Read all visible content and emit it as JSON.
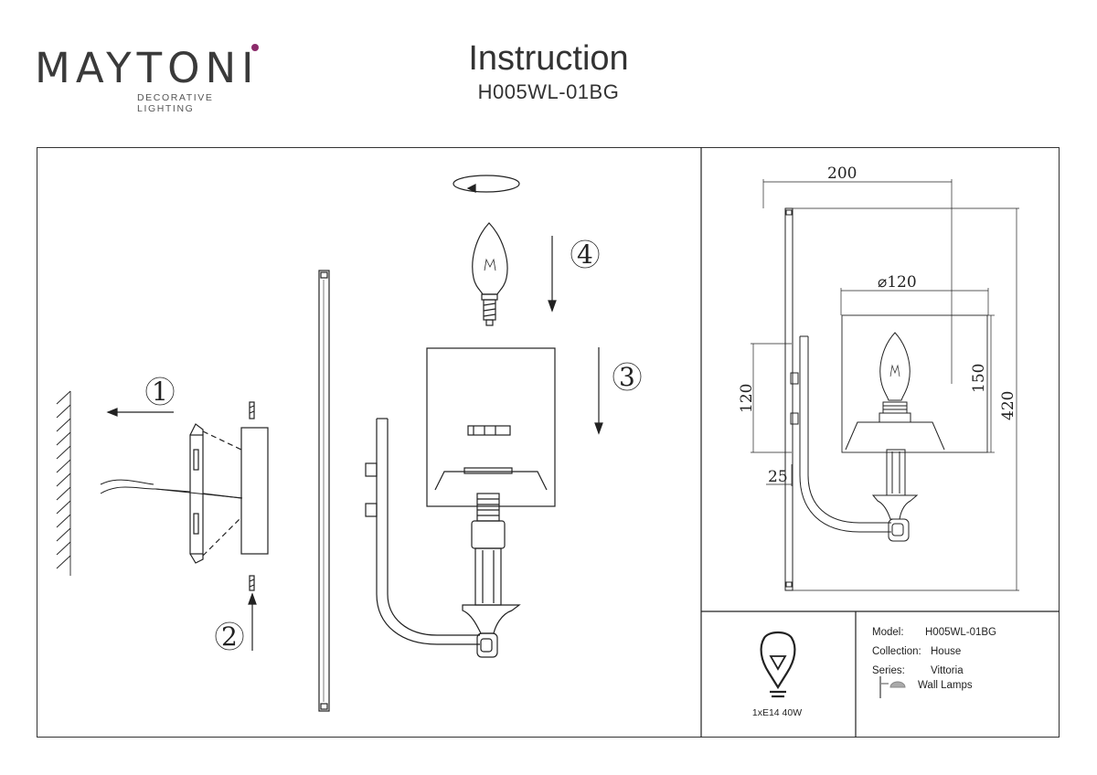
{
  "brand": {
    "name": "MAYTONI",
    "tagline": "DECORATIVE LIGHTING"
  },
  "header": {
    "title": "Instruction",
    "model_code": "H005WL-01BG"
  },
  "steps": [
    "1",
    "2",
    "3",
    "4"
  ],
  "dimensions": {
    "width": "200",
    "diameter": "⌀120",
    "shade_height": "150",
    "total_height": "420",
    "plate_height": "120",
    "depth": "25"
  },
  "bulb": {
    "spec": "1xE14 40W"
  },
  "info": {
    "model_label": "Model:",
    "model_value": "H005WL-01BG",
    "collection_label": "Collection:",
    "collection_value": "House",
    "series_label": "Series:",
    "series_value": "Vittoria",
    "type_value": "Wall Lamps"
  },
  "colors": {
    "logo_dot": "#8b2a6a",
    "line": "#222222"
  }
}
